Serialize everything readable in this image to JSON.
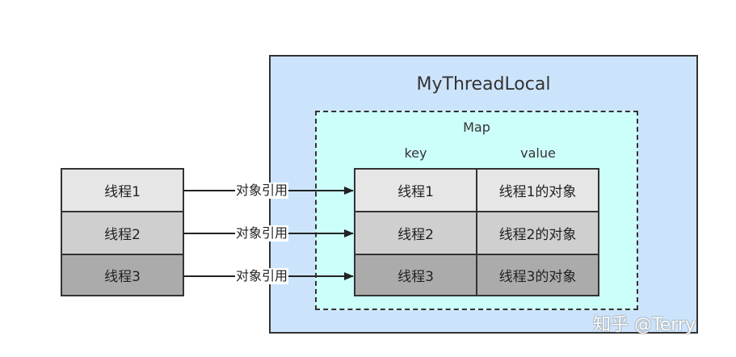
{
  "diagram": {
    "title": "MyThreadLocal",
    "map_label": "Map",
    "key_header": "key",
    "value_header": "value",
    "threads": [
      "线程1",
      "线程2",
      "线程3"
    ],
    "map_rows": [
      {
        "key": "线程1",
        "value": "线程1的对象"
      },
      {
        "key": "线程2",
        "value": "线程2的对象"
      },
      {
        "key": "线程3",
        "value": "线程3的对象"
      }
    ],
    "reference_label": "对象引用",
    "watermark": "知乎 @Terry"
  },
  "colors": {
    "outer_fill": "#cce4fb",
    "map_fill": "#ccfff9",
    "row1": "#e6e6e6",
    "row2": "#cfcfcf",
    "row3": "#ababab",
    "stroke": "#333333"
  }
}
